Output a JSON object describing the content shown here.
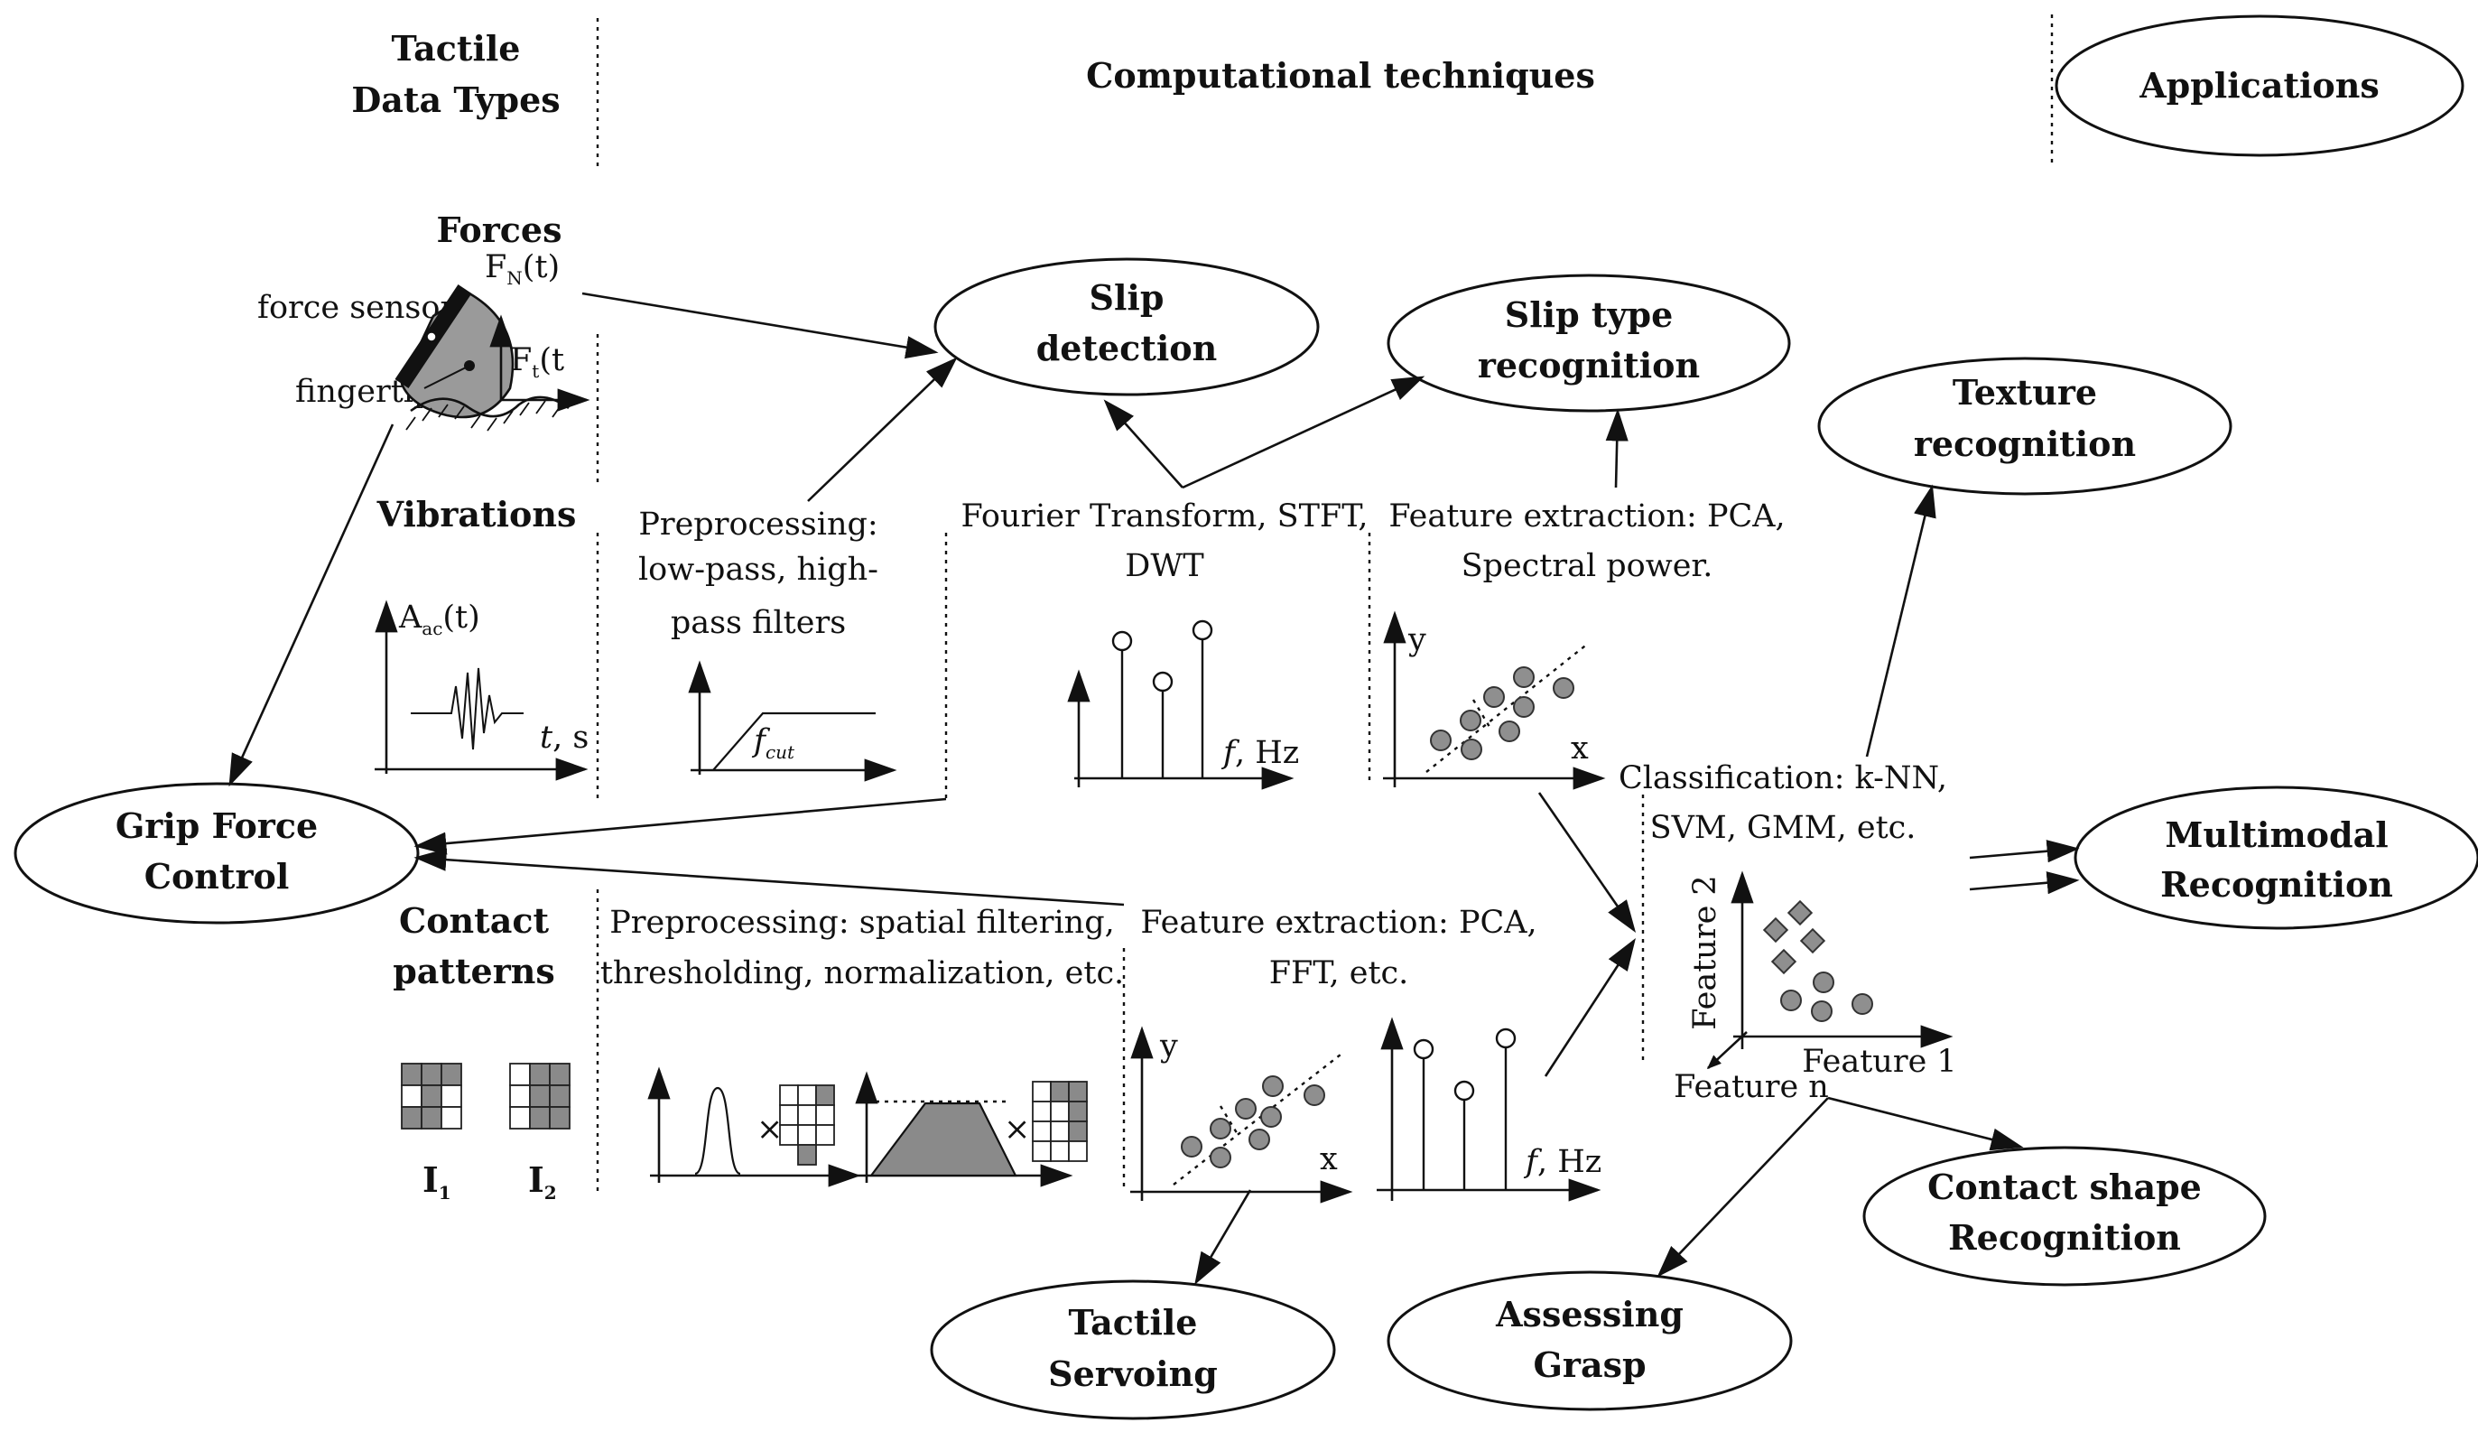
{
  "headers": {
    "tactile_line1": "Tactile",
    "tactile_line2": "Data Types",
    "computational": "Computational techniques",
    "applications": "Applications"
  },
  "data_types": {
    "forces": "Forces",
    "force_sensor": "force sensor",
    "fingertip": "fingertip",
    "fn": "F",
    "fn_sub": "N",
    "fn_arg": "(t)",
    "ft": "F",
    "ft_sub": "t",
    "ft_arg": "(t",
    "vibrations": "Vibrations",
    "aac": "A",
    "aac_sub": "ac",
    "aac_arg": "(t)",
    "t_axis": "t",
    "t_unit": ", s",
    "contact_line1": "Contact",
    "contact_line2": "patterns",
    "i1": "I",
    "i1_sub": "1",
    "i2": "I",
    "i2_sub": "2"
  },
  "techniques": {
    "pre_vib_line1": "Preprocessing:",
    "pre_vib_line2": "low-pass, high-",
    "pre_vib_line3": "pass filters",
    "fcut": "f",
    "fcut_sub": "cut",
    "fourier_line1": "Fourier Transform, STFT,",
    "fourier_line2": "DWT",
    "fhz_f": "f",
    "fhz_unit": ", Hz",
    "feat_top_line1": "Feature extraction: PCA,",
    "feat_top_line2": "Spectral power.",
    "y": "y",
    "x": "x",
    "classif_line1": "Classification: k-NN,",
    "classif_line2": "SVM, GMM, etc.",
    "feature2": "Feature 2",
    "feature1": "Feature 1",
    "featuren": "Feature n",
    "pre_contact_line1": "Preprocessing: spatial filtering,",
    "pre_contact_line2": "thresholding, normalization, etc.",
    "times": "×",
    "feat_bot_line1": "Feature extraction: PCA,",
    "feat_bot_line2": "FFT, etc."
  },
  "applications": {
    "slip_line1": "Slip",
    "slip_line2": "detection",
    "sliptype_line1": "Slip type",
    "sliptype_line2": "recognition",
    "texture_line1": "Texture",
    "texture_line2": "recognition",
    "grip_line1": "Grip Force",
    "grip_line2": "Control",
    "multi_line1": "Multimodal",
    "multi_line2": "Recognition",
    "contactshape_line1": "Contact shape",
    "contactshape_line2": "Recognition",
    "assess_line1": "Assessing",
    "assess_line2": "Grasp",
    "servo_line1": "Tactile",
    "servo_line2": "Servoing"
  }
}
